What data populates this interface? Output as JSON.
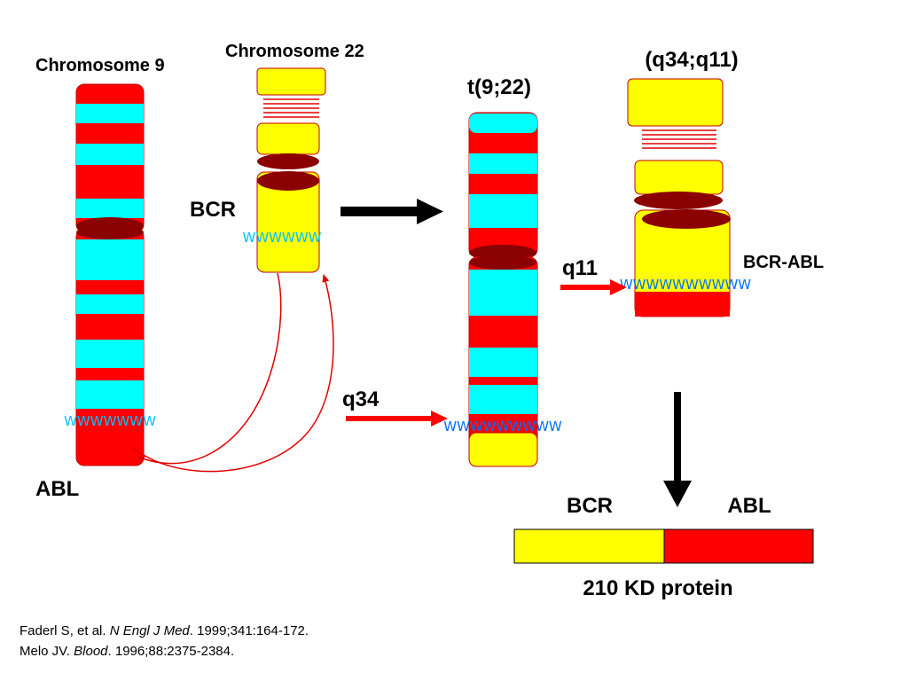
{
  "labels": {
    "chromosome9": "Chromosome 9",
    "chromosome22": "Chromosome 22",
    "bcr_left": "BCR",
    "abl_left": "ABL",
    "translocation": "t(9;22)",
    "breakpoints": "(q34;q11)",
    "q34": "q34",
    "q11": "q11",
    "bcr_abl": "BCR-ABL",
    "fusion_bcr": "BCR",
    "fusion_abl": "ABL",
    "protein": "210 KD protein"
  },
  "breakpoint_marks": {
    "chr9": "WWWWWWW",
    "chr22": "WWWWWW",
    "der9": "WWWWWWWWW",
    "der22": "WWWWWWWWWW"
  },
  "references": [
    {
      "authors": "Faderl S, et al. ",
      "journal": "N Engl J Med",
      "details": ". 1999;341:164-172."
    },
    {
      "authors": "Melo JV. ",
      "journal": "Blood",
      "details": ". 1996;88:2375-2384."
    }
  ],
  "colors": {
    "band_red": "#ff0000",
    "band_cyan": "#00ffff",
    "band_yellow": "#ffff00",
    "centromere": "#8b0000",
    "outline": "#c00000",
    "arrow_red": "#ff0000",
    "arrow_black": "#000000",
    "wavy_cyan": "#00c0ff",
    "wavy_blue": "#0070ff"
  }
}
